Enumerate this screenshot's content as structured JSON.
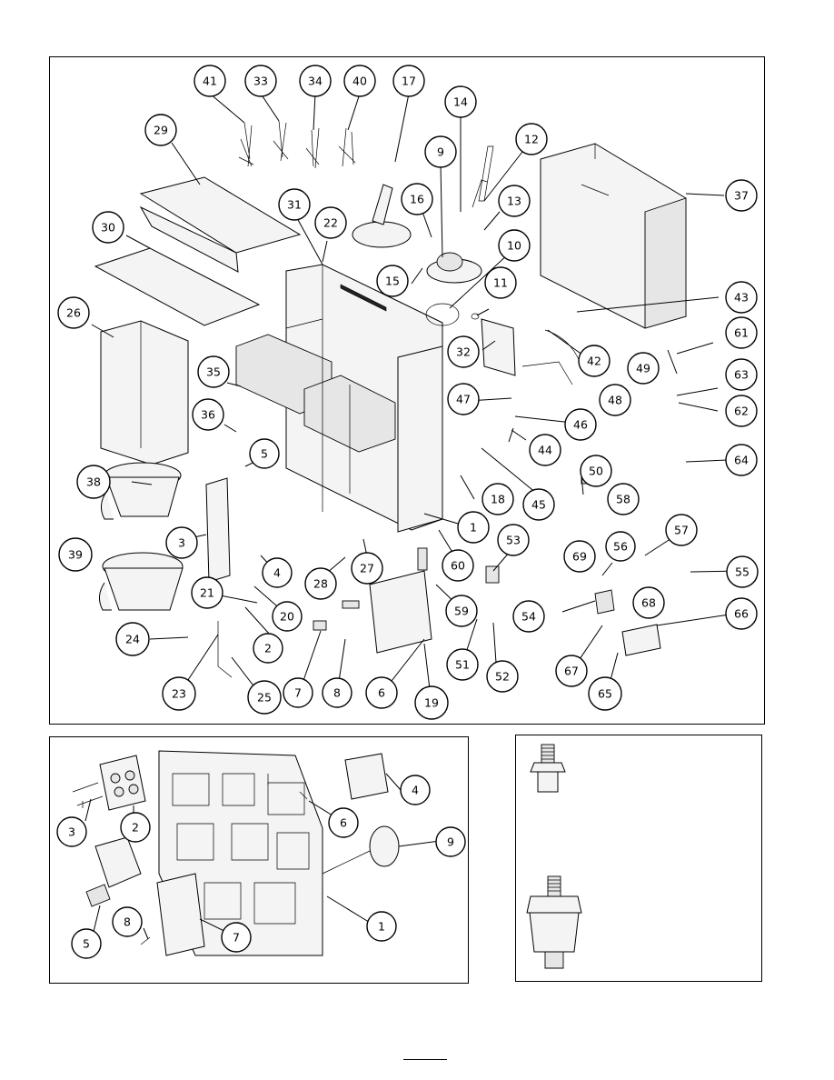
{
  "diagram": {
    "main_callouts": [
      "41",
      "33",
      "34",
      "40",
      "17",
      "14",
      "12",
      "9",
      "29",
      "16",
      "13",
      "37",
      "31",
      "22",
      "10",
      "30",
      "15",
      "11",
      "43",
      "26",
      "32",
      "42",
      "49",
      "61",
      "35",
      "47",
      "48",
      "63",
      "62",
      "46",
      "36",
      "5",
      "44",
      "64",
      "38",
      "18",
      "45",
      "50",
      "58",
      "57",
      "3",
      "1",
      "56",
      "39",
      "53",
      "60",
      "69",
      "55",
      "4",
      "28",
      "27",
      "21",
      "59",
      "20",
      "68",
      "54",
      "66",
      "24",
      "2",
      "7",
      "8",
      "6",
      "51",
      "52",
      "67",
      "23",
      "25",
      "19",
      "65"
    ],
    "inset_left_callouts": [
      "4",
      "3",
      "2",
      "6",
      "9",
      "1",
      "5",
      "8",
      "7"
    ]
  }
}
